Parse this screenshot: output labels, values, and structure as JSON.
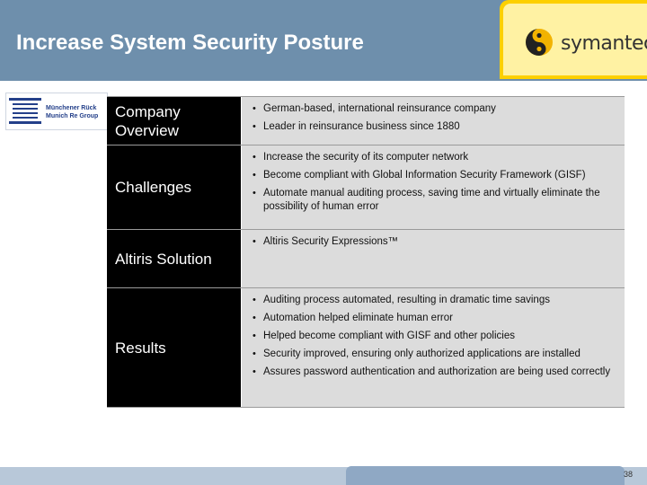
{
  "title": "Increase System Security Posture",
  "brand": {
    "name": "symantec."
  },
  "client_logo": {
    "lines": [
      "Münchener Rück",
      "Munich Re Group"
    ]
  },
  "rows": [
    {
      "label": "Company Overview",
      "items": [
        "German-based, international reinsurance company",
        "Leader in reinsurance business since 1880"
      ]
    },
    {
      "label": "Challenges",
      "items": [
        "Increase the security of its computer network",
        "Become compliant with Global Information Security Framework (GISF)",
        "Automate manual auditing process, saving time and virtually eliminate the possibility of human error"
      ]
    },
    {
      "label": "Altiris Solution",
      "items": [
        "Altiris Security Expressions™"
      ]
    },
    {
      "label": "Results",
      "items": [
        "Auditing process automated, resulting in dramatic time savings",
        "Automation helped eliminate human error",
        "Helped become compliant with GISF and other policies",
        "Security improved, ensuring only authorized applications are installed",
        "Assures password authentication and authorization are being used correctly"
      ]
    }
  ],
  "page_number": "38"
}
